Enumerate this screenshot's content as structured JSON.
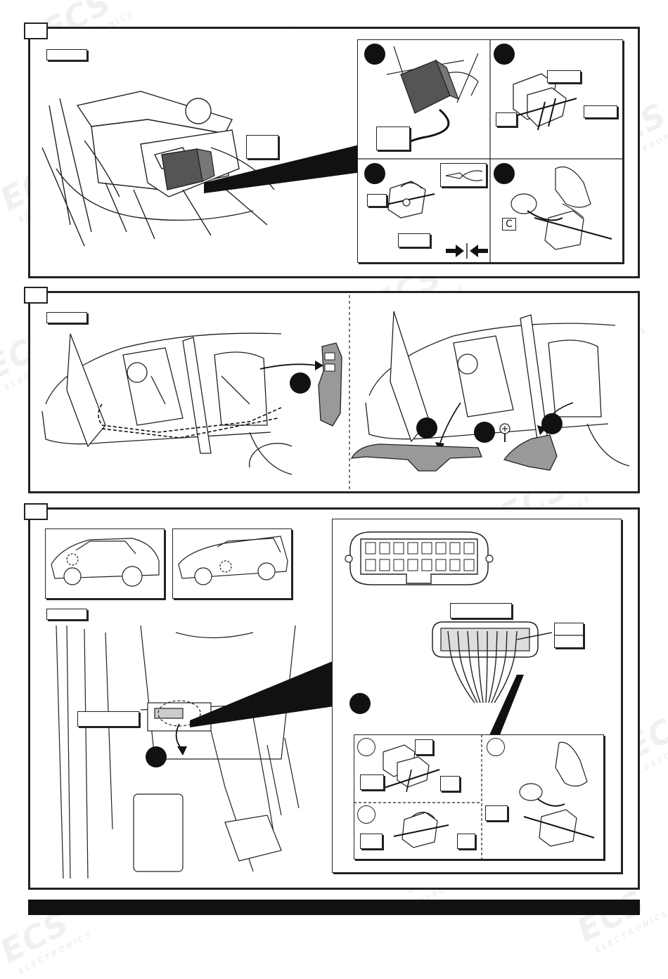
{
  "watermark": {
    "brand": "ECS",
    "sub": "ELECTRONICS"
  },
  "step1": {
    "callout_label": "C"
  },
  "colors": {
    "ink": "#111111",
    "panel_border": "#222222",
    "component_fill": "#555555",
    "watermark": "#000000"
  }
}
